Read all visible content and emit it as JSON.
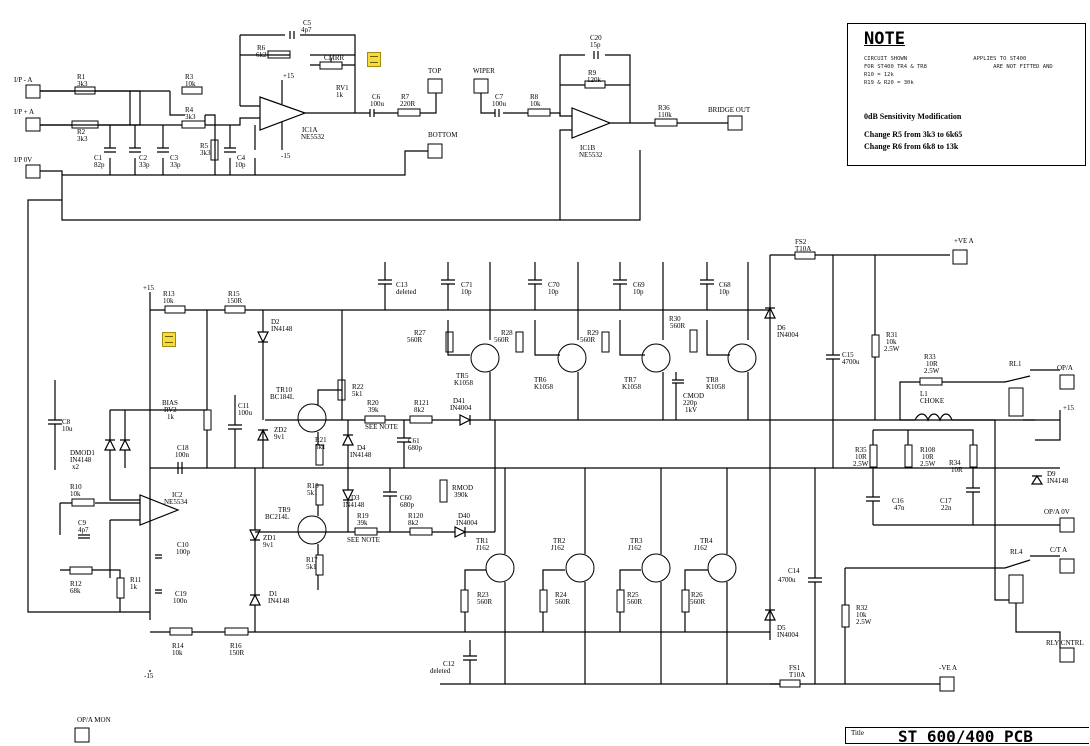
{
  "title_block": {
    "label": "Title",
    "value": "ST 600/400 PCB"
  },
  "note": {
    "heading": "NOTE",
    "lines": [
      "CIRCUIT SHOWN                    APPLIES TO ST400",
      "FOR ST400 TR4 & TR8                    ARE NOT FITTED AND",
      "R10 = 12k",
      "R19 & R20 = 30k"
    ],
    "mod_title": "0dB Sensitivity Modification",
    "mod_lines": [
      "Change R5 from 3k3 to 6k65",
      "Change R6 from 6k8 to 13k"
    ]
  },
  "ports": {
    "ip_a": "I/P - A",
    "ip_plus_a": "I/P + A",
    "ip_0v": "I/P 0V",
    "top": "TOP",
    "bottom": "BOTTOM",
    "wiper": "WIPER",
    "bridge_out": "BRIDGE OUT",
    "plus_ve_a": "+VE A",
    "minus_ve_a": "-VE A",
    "op_a": "OP/A",
    "op_a_0v": "OP/A 0V",
    "ct_a": "C/T A",
    "rly_cntrl": "RLY CNTRL",
    "op_a_mon": "OP/A MON",
    "plus15": "+15",
    "minus15": "-15"
  },
  "components": {
    "r1": "R1",
    "r1v": "3k3",
    "r2": "R2",
    "r2v": "3k3",
    "r3": "R3",
    "r3v": "10k",
    "r4": "R4",
    "r4v": "3k3",
    "r5": "R5",
    "r5v": "3k3",
    "r6": "R6",
    "r6v": "6k2",
    "cmrr": "CMRR",
    "rv1": "RV1",
    "rv1v": "1k",
    "r7": "R7",
    "r7v": "220R",
    "r8": "R8",
    "r8v": "10k",
    "r9": "R9",
    "r9v": "120k",
    "r36": "R36",
    "r36v": "110k",
    "c1": "C1",
    "c1v": "82p",
    "c2": "C2",
    "c2v": "33p",
    "c3": "C3",
    "c3v": "33p",
    "c4": "C4",
    "c4v": "10p",
    "c5": "C5",
    "c5v": "4p7",
    "c6": "C6",
    "c6v": "100u",
    "c7": "C7",
    "c7v": "100u",
    "c20": "C20",
    "c20v": "15p",
    "ic1a": "IC1A",
    "ic1a_t": "NE5532",
    "ic1b": "IC1B",
    "ic1b_t": "NE5532",
    "c13": "C13",
    "c13v": "deleted",
    "c71": "C71",
    "c71v": "10p",
    "c70": "C70",
    "c70v": "10p",
    "c69": "C69",
    "c69v": "10p",
    "c68": "C68",
    "c68v": "10p",
    "r13": "R13",
    "r13v": "10k",
    "r15": "R15",
    "r15v": "150R",
    "d2": "D2",
    "d2v": "IN4148",
    "r27": "R27",
    "r27v": "560R",
    "r28": "R28",
    "r28v": "560R",
    "r29": "R29",
    "r29v": "560R",
    "r30": "R30",
    "r30v": "560R",
    "tr5": "TR5",
    "tr5v": "K1058",
    "tr6": "TR6",
    "tr6v": "K1058",
    "tr7": "TR7",
    "tr7v": "K1058",
    "tr8": "TR8",
    "tr8v": "K1058",
    "cmod": "CMOD",
    "cmodv": "220p",
    "cmodk": "1kV",
    "fs2": "FS2",
    "fs2v": "T10A",
    "d6": "D6",
    "d6v": "IN4004",
    "r31": "R31",
    "r31v": "10k",
    "r31w": "2.5W",
    "c15": "C15",
    "c15v": "4700u",
    "r33": "R33",
    "r33v": "10R",
    "r33w": "2.5W",
    "rl1": "RL1",
    "l1": "L1",
    "l1v": "CHOKE",
    "c8": "C8",
    "c8v": "10u",
    "bias": "BIAS",
    "rv2": "RV2",
    "rv2v": "1k",
    "c11": "C11",
    "c11v": "100u",
    "tr10": "TR10",
    "tr10v": "BC184L",
    "r22": "R22",
    "r22v": "5k1",
    "r20": "R20",
    "r20v": "39k",
    "see_note": "SEE NOTE",
    "r121": "R121",
    "r121v": "8k2",
    "d41": "D41",
    "d41v": "IN4004",
    "zd2": "ZD2",
    "zd2v": "9v1",
    "r21": "R21",
    "r21v": "5k1",
    "d4": "D4",
    "d4v": "IN4148",
    "c61": "C61",
    "c61v": "680p",
    "r35": "R35",
    "r35v": "10R",
    "r35w": "2.5W",
    "r108": "R108",
    "r108v": "10R",
    "r108w": "2.5W",
    "r34": "R34",
    "r34v": "10R",
    "dmod1": "DMOD1",
    "dmod1v": "IN4148",
    "dmod1x": "x2",
    "c18": "C18",
    "c18v": "100n",
    "rmod": "RMOD",
    "rmodv": "390k",
    "c16": "C16",
    "c16v": "47n",
    "c17": "C17",
    "c17v": "22n",
    "d9": "D9",
    "d9v": "IN4148",
    "r10": "R10",
    "r10v": "10k",
    "ic2": "IC2",
    "ic2v": "NE5534",
    "r18": "R18",
    "r18v": "5k1",
    "d3": "D3",
    "d3v": "IN4148",
    "c60": "C60",
    "c60v": "680p",
    "tr9": "TR9",
    "tr9v": "BC214L",
    "r19": "R19",
    "r19v": "39k",
    "r120": "R120",
    "r120v": "8k2",
    "d40": "D40",
    "d40v": "IN4004",
    "c9": "C9",
    "c9v": "4p7",
    "zd1": "ZD1",
    "zd1v": "9v1",
    "c10": "C10",
    "c10v": "100p",
    "r17": "R17",
    "r17v": "5k1",
    "tr1": "TR1",
    "tr1v": "J162",
    "tr2": "TR2",
    "tr2v": "J162",
    "tr3": "TR3",
    "tr3v": "J162",
    "tr4": "TR4",
    "tr4v": "J162",
    "c14": "C14",
    "c14v": "4700u",
    "rl4": "RL4",
    "r12": "R12",
    "r12v": "68k",
    "r11": "R11",
    "r11v": "1k",
    "c19": "C19",
    "c19v": "100n",
    "d1": "D1",
    "d1v": "IN4148",
    "r23": "R23",
    "r23v": "560R",
    "r24": "R24",
    "r24v": "560R",
    "r25": "R25",
    "r25v": "560R",
    "r26": "R26",
    "r26v": "560R",
    "d5": "D5",
    "d5v": "IN4004",
    "r32": "R32",
    "r32v": "10k",
    "r32w": "2.5W",
    "r14": "R14",
    "r14v": "10k",
    "r16": "R16",
    "r16v": "150R",
    "c12": "C12",
    "c12v": "deleted",
    "fs1": "FS1",
    "fs1v": "T10A"
  }
}
